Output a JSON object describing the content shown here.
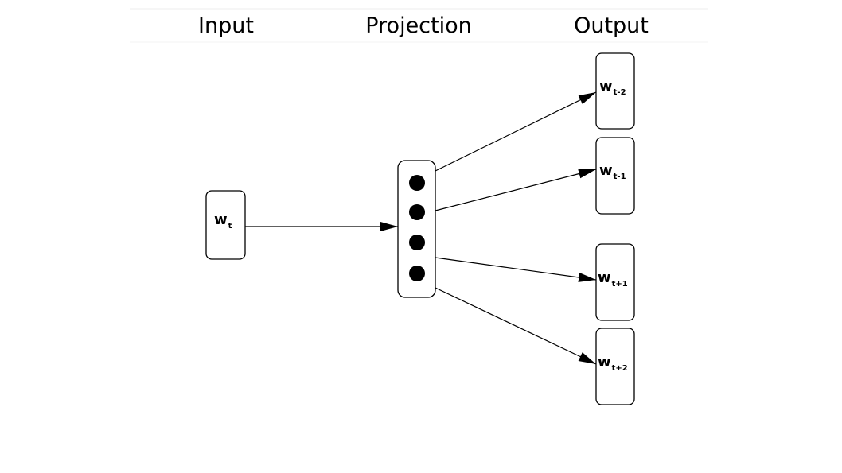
{
  "headers": {
    "input": "Input",
    "projection": "Projection",
    "output": "Output"
  },
  "input_word": {
    "main": "w",
    "sub": "t"
  },
  "projection": {
    "units": 4
  },
  "output_words": [
    {
      "main": "w",
      "sub": "t-2"
    },
    {
      "main": "w",
      "sub": "t-1"
    },
    {
      "main": "w",
      "sub": "t+1"
    },
    {
      "main": "w",
      "sub": "t+2"
    }
  ]
}
